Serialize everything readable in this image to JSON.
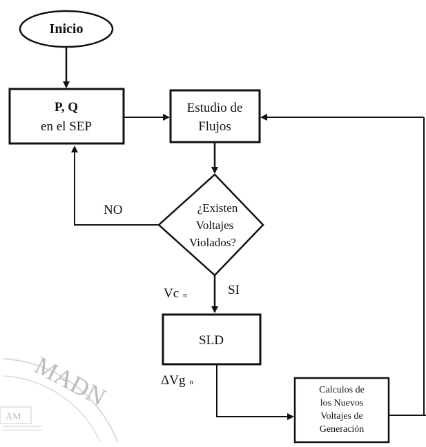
{
  "nodes": {
    "start": {
      "label": "Inicio"
    },
    "pq": {
      "line1": "P, Q",
      "line2": "en el SEP"
    },
    "flow_study": {
      "line1": "Estudio de",
      "line2": "Flujos"
    },
    "decision": {
      "line1": "¿Existen",
      "line2": "Voltajes",
      "line3": "Violados?"
    },
    "sld": {
      "label": "SLD"
    },
    "new_voltages": {
      "line1": "Calculos de",
      "line2": "los Nuevos",
      "line3": "Voltajes de",
      "line4": "Generación"
    }
  },
  "edge_labels": {
    "no": "NO",
    "yes": "SI",
    "vc": "Vc",
    "vc_sub": "n",
    "dvg": "ΔVg",
    "dvg_sub": "n"
  },
  "watermark": {
    "letters": "MADN",
    "plaque": "AM"
  }
}
